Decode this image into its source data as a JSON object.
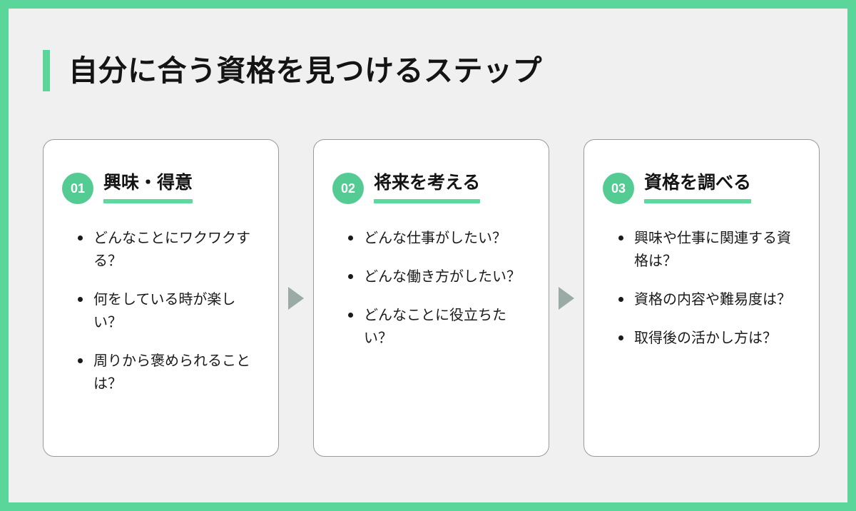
{
  "theme": {
    "frame_green": "#5ad69b",
    "background_gray": "#f0f0f0",
    "badge_green": "#55cb94",
    "underline_green": "#5dd9a0",
    "arrow_gray": "#9aaaa4",
    "text_black": "#141414",
    "card_white": "#ffffff"
  },
  "header": {
    "title": "自分に合う資格を見つけるステップ",
    "accent_bar": "vertical-accent-bar"
  },
  "connectors": [
    {
      "icon": "arrow-right-icon"
    },
    {
      "icon": "arrow-right-icon"
    }
  ],
  "cards": [
    {
      "number": "01",
      "title": "興味・得意",
      "bullets": [
        "どんなことにワクワクする？",
        "何をしている時が楽しい？",
        "周りから褒められることは？"
      ]
    },
    {
      "number": "02",
      "title": "将来を考える",
      "bullets": [
        "どんな仕事がしたい？",
        "どんな働き方がしたい？",
        "どんなことに役立ちたい？"
      ]
    },
    {
      "number": "03",
      "title": "資格を調べる",
      "bullets": [
        "興味や仕事に関連する資格は？",
        "資格の内容や難易度は？",
        "取得後の活かし方は？"
      ]
    }
  ]
}
